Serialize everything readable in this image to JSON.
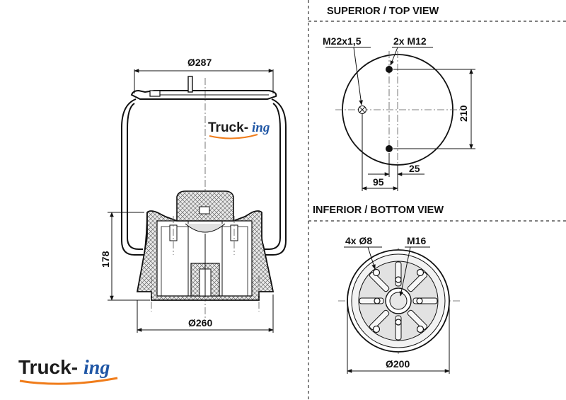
{
  "brand": {
    "word": "Truck-",
    "suffix": "ing",
    "color_dark": "#1c1c1c",
    "color_blue": "#1f56a5",
    "color_orange": "#f07c1a"
  },
  "views": {
    "top_title": "SUPERIOR / TOP VIEW",
    "bottom_title": "INFERIOR / BOTTOM VIEW"
  },
  "side_view": {
    "top_diameter": "Ø287",
    "bottom_diameter": "Ø260",
    "height": "178"
  },
  "top_view": {
    "center_thread": "M22x1,5",
    "studs": "2x M12",
    "stud_spacing": "210",
    "offset_small": "25",
    "offset_large": "95"
  },
  "bottom_view": {
    "holes": "4x Ø8",
    "center_thread": "M16",
    "diameter": "Ø200"
  }
}
